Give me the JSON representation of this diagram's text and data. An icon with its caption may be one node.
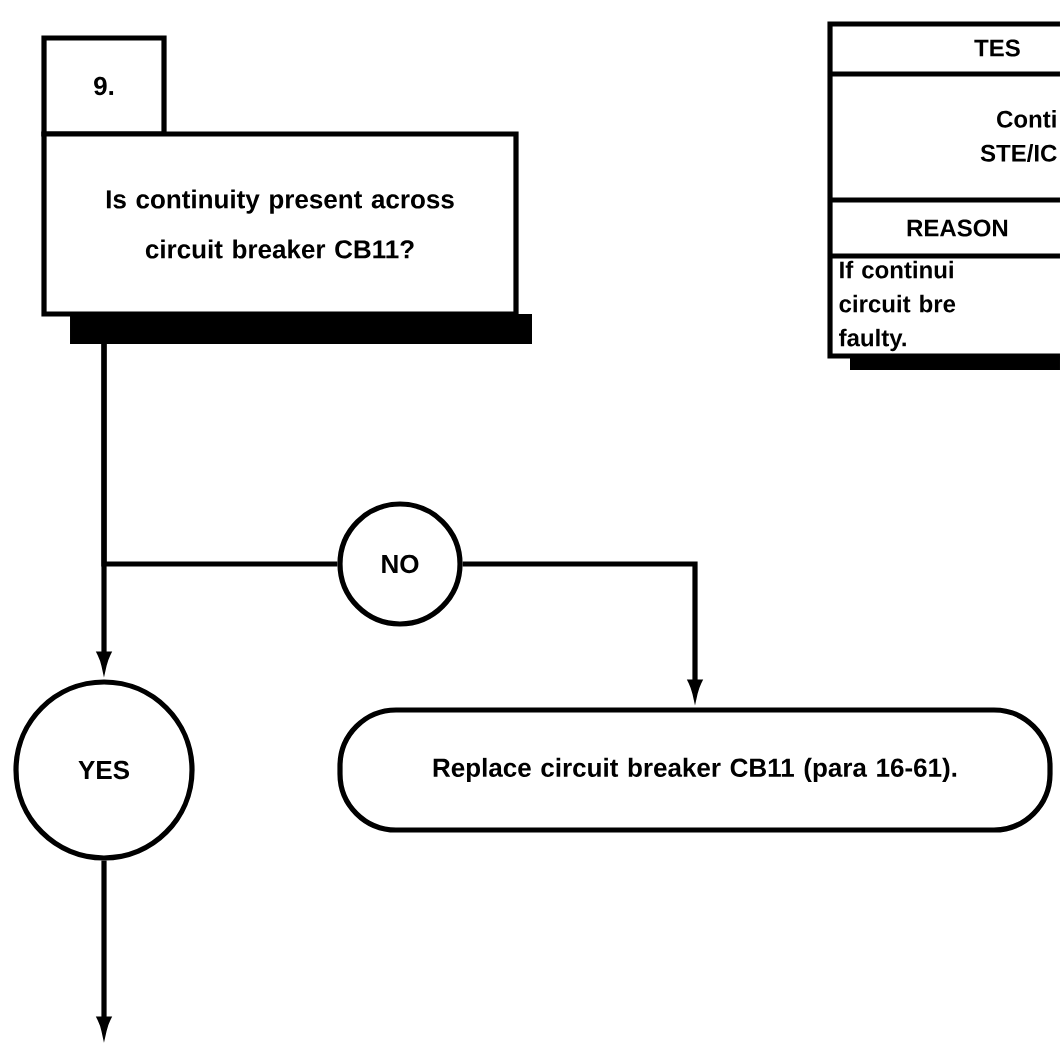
{
  "diagram": {
    "nodes": [
      {
        "text": [
          "9."
        ]
      },
      {
        "text": [
          "Is continuity present across circuit breaker CB11?"
        ]
      },
      {
        "text": [
          "NO"
        ]
      },
      {
        "text": [
          "YES"
        ]
      },
      {
        "text": [
          "Replace circuit breaker CB11 (para 16-61)."
        ]
      }
    ],
    "edges": [
      {
        "from": 1,
        "to": 3,
        "arrow": "to"
      },
      {
        "from": 1,
        "to": 2,
        "arrow": "none"
      },
      {
        "from": 2,
        "to": 4,
        "arrow": "to"
      },
      {
        "from": 3,
        "to": null,
        "arrow": "to"
      }
    ],
    "labels": [
      "TES",
      "Conti STE/IC",
      "REASON",
      "If continui circuit bre faulty."
    ]
  }
}
